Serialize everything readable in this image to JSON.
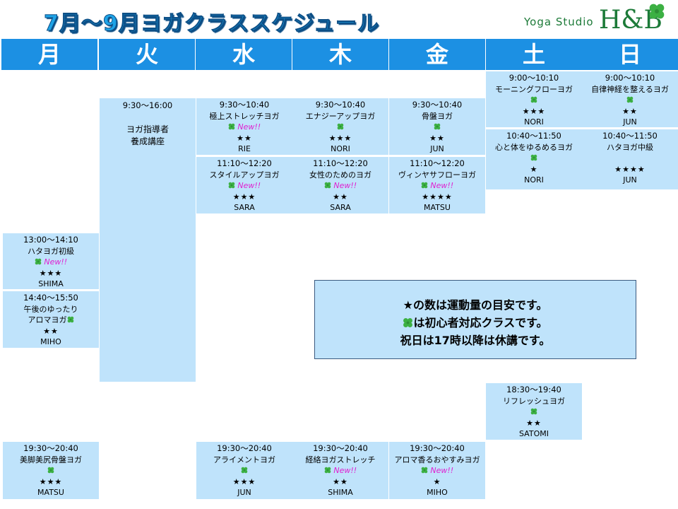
{
  "header": {
    "title": "7月～9月ヨガクラススケジュール",
    "logo_text": "Yoga Studio",
    "logo_mark": "H&B"
  },
  "days": [
    "月",
    "火",
    "水",
    "木",
    "金",
    "土",
    "日"
  ],
  "new_label": "New!!",
  "colors": {
    "header_bg": "#1c90e3",
    "cell_bg": "#bfe3fb",
    "title": "#1ea3e6",
    "logo": "#1c7a38",
    "new_text": "#e020d0",
    "clover": "#3cb043"
  },
  "classes": {
    "sat_0900": {
      "time": "9:00～10:10",
      "name": "モーニングフローヨガ",
      "stars": "★★★",
      "instructor": "NORI"
    },
    "sun_0900": {
      "time": "9:00～10:10",
      "name": "自律神経を整えるヨガ",
      "stars": "★★",
      "instructor": "JUN"
    },
    "tue_0930": {
      "time": "9:30～16:00",
      "name_line1": "ヨガ指導者",
      "name_line2": "養成講座"
    },
    "wed_0930": {
      "time": "9:30～10:40",
      "name": "極上ストレッチヨガ",
      "stars": "★★",
      "instructor": "RIE"
    },
    "thu_0930": {
      "time": "9:30～10:40",
      "name": "エナジーアップヨガ",
      "stars": "★★★",
      "instructor": "NORI"
    },
    "fri_0930": {
      "time": "9:30～10:40",
      "name": "骨盤ヨガ",
      "stars": "★★",
      "instructor": "JUN"
    },
    "sat_1040": {
      "time": "10:40～11:50",
      "name": "心と体をゆるめるヨガ",
      "stars": "★",
      "instructor": "NORI"
    },
    "sun_1040": {
      "time": "10:40～11:50",
      "name": "ハタヨガ中級",
      "stars": "★★★★",
      "instructor": "JUN"
    },
    "wed_1110": {
      "time": "11:10～12:20",
      "name": "スタイルアップヨガ",
      "stars": "★★★",
      "instructor": "SARA"
    },
    "thu_1110": {
      "time": "11:10～12:20",
      "name": "女性のためのヨガ",
      "stars": "★★",
      "instructor": "SARA"
    },
    "fri_1110": {
      "time": "11:10～12:20",
      "name": "ヴィンヤサフローヨガ",
      "stars": "★★★★",
      "instructor": "MATSU"
    },
    "mon_1300": {
      "time": "13:00～14:10",
      "name": "ハタヨガ初級",
      "stars": "★★★",
      "instructor": "SHIMA"
    },
    "mon_1440": {
      "time": "14:40～15:50",
      "name": "午後のゆったり",
      "name_line2": "アロマヨガ",
      "stars": "★★",
      "instructor": "MIHO"
    },
    "sat_1830": {
      "time": "18:30～19:40",
      "name": "リフレッシュヨガ",
      "stars": "★★",
      "instructor": "SATOMI"
    },
    "mon_1930": {
      "time": "19:30～20:40",
      "name": "美脚美尻骨盤ヨガ",
      "stars": "★★★",
      "instructor": "MATSU"
    },
    "wed_1930": {
      "time": "19:30～20:40",
      "name": "アライメントヨガ",
      "stars": "★★★",
      "instructor": "JUN"
    },
    "thu_1930": {
      "time": "19:30～20:40",
      "name": "経絡ヨガストレッチ",
      "stars": "★★",
      "instructor": "SHIMA"
    },
    "fri_1930": {
      "time": "19:30～20:40",
      "name": "アロマ香るおやすみヨガ",
      "stars": "★",
      "instructor": "MIHO"
    }
  },
  "notes": {
    "line1": "★の数は運動量の目安です。",
    "line2": "は初心者対応クラスです。",
    "line3": "祝日は17時以降は休講です。"
  }
}
